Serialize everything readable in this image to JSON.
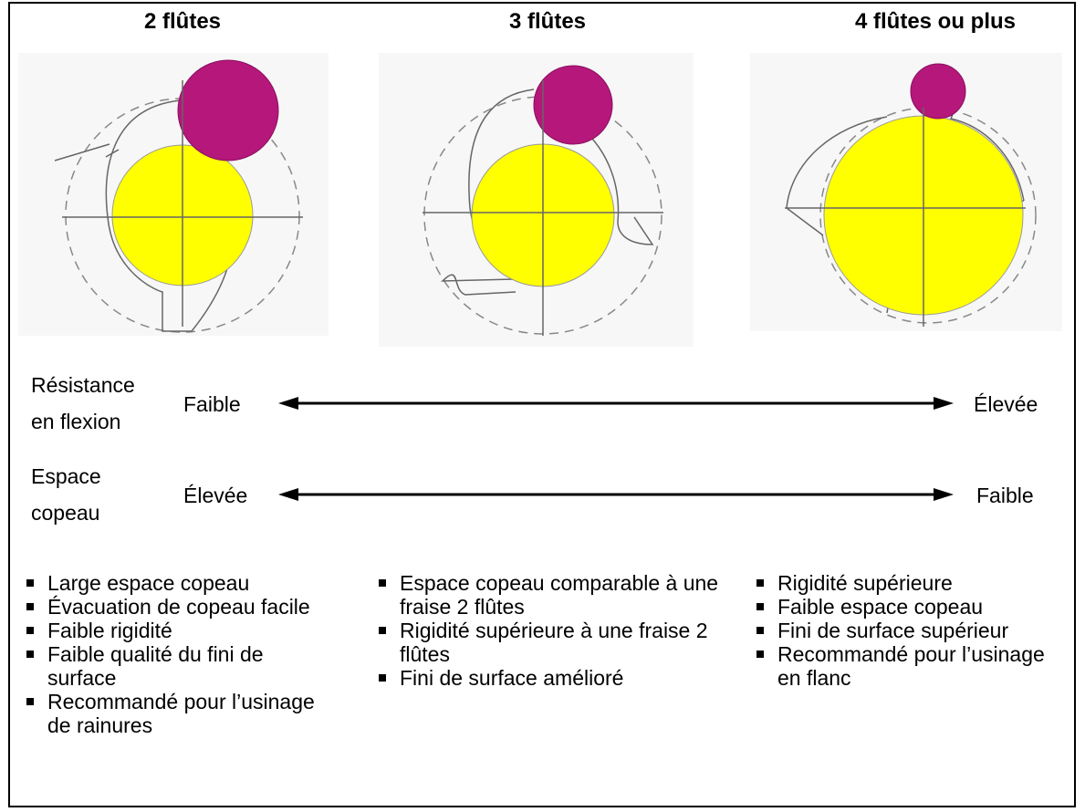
{
  "columns": [
    {
      "title": "2 flûtes",
      "features": [
        "Large espace copeau",
        "Évacuation de copeau facile",
        "Faible rigidité",
        "Faible qualité du fini de surface",
        "Recommandé pour l’usinage de rainures"
      ]
    },
    {
      "title": "3 flûtes",
      "features": [
        "Espace copeau comparable à une fraise 2 flûtes",
        "Rigidité supérieure à une fraise 2 flûtes",
        "Fini de surface amélioré"
      ]
    },
    {
      "title": "4 flûtes ou plus",
      "features": [
        "Rigidité supérieure",
        "Faible espace copeau",
        "Fini de surface supérieur",
        "Recommandé pour l’usinage en flanc"
      ]
    }
  ],
  "scales": [
    {
      "label_line1": "Résistance",
      "label_line2": "en flexion",
      "left": "Faible",
      "right": "Élevée"
    },
    {
      "label_line1": "Espace",
      "label_line2": "copeau",
      "left": "Élevée",
      "right": "Faible"
    }
  ],
  "colors": {
    "core": "#ffff00",
    "chip": "#b5177b",
    "outline": "#666666"
  }
}
